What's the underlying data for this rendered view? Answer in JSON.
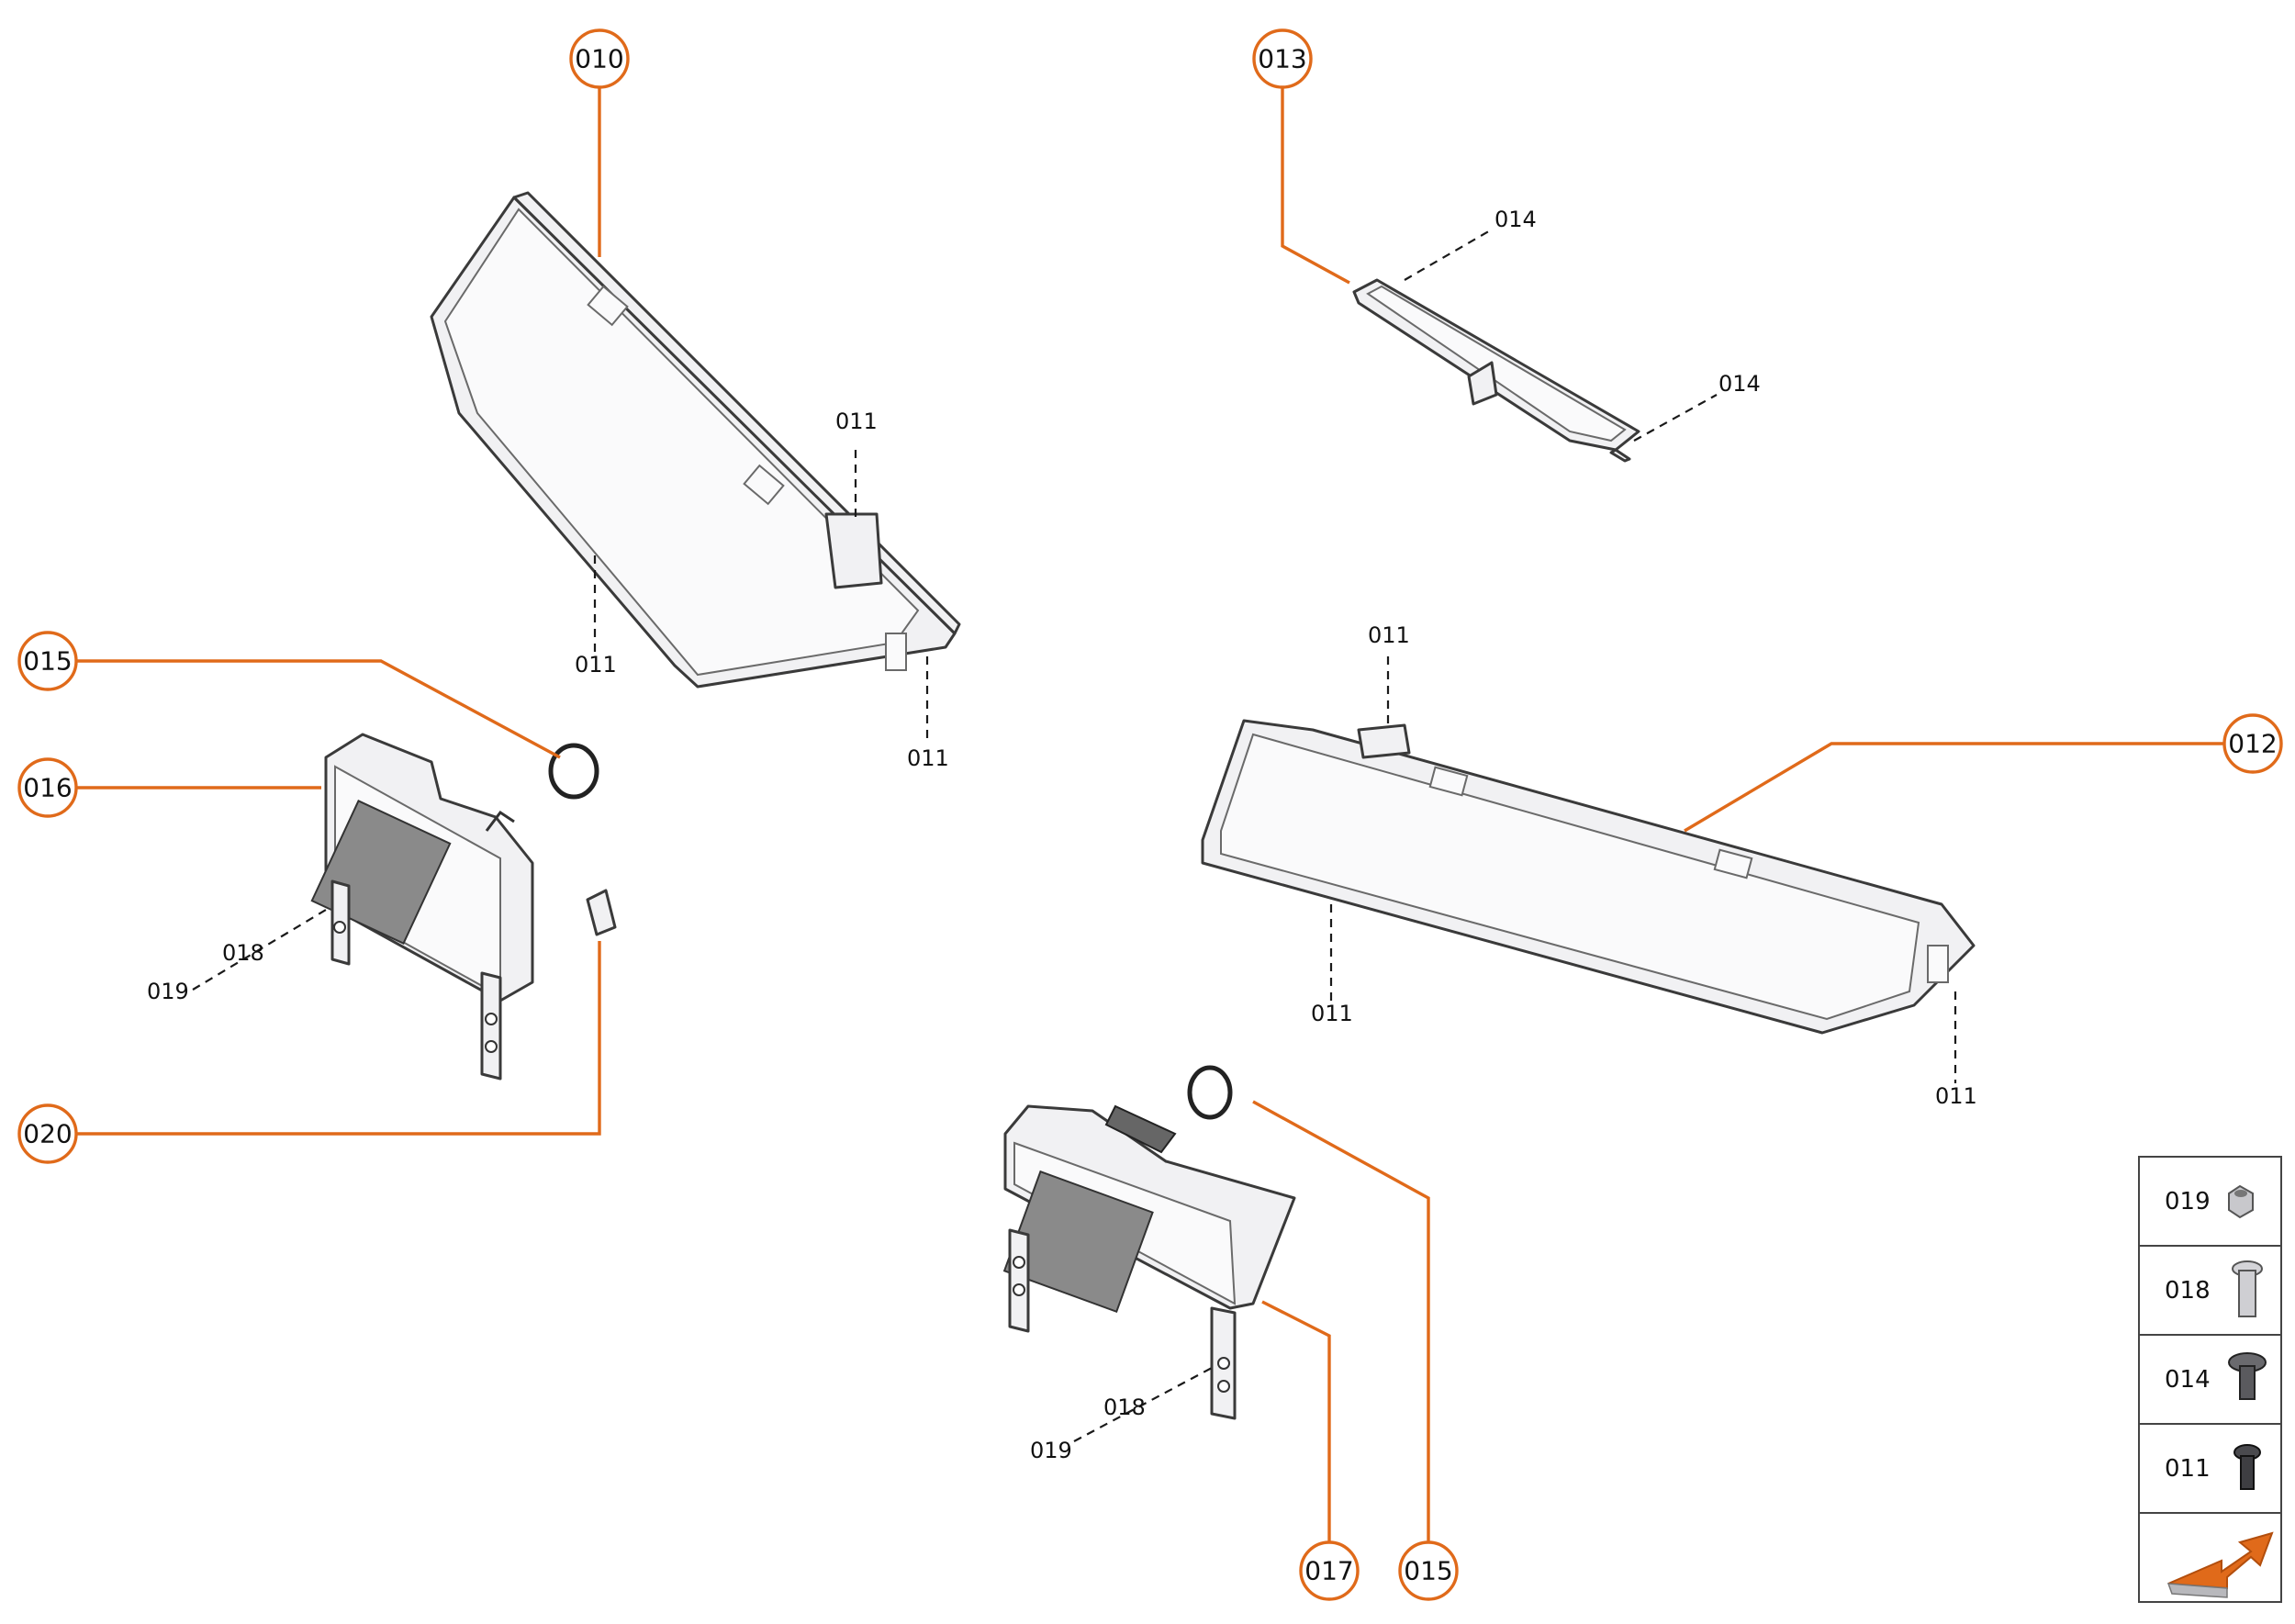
{
  "callouts": {
    "c010": "010",
    "c013": "013",
    "c012": "012",
    "c015a": "015",
    "c016": "016",
    "c020": "020",
    "c017": "017",
    "c015b": "015"
  },
  "refs": {
    "r014a": "014",
    "r014b": "014",
    "r011a": "011",
    "r011b": "011",
    "r011c": "011",
    "r011d": "011",
    "r011e": "011",
    "r011f": "011",
    "r018a": "018",
    "r019a": "019",
    "r018b": "018",
    "r019b": "019"
  },
  "fastener_key": {
    "rows": [
      {
        "label": "019",
        "icon": "hex-nut-icon"
      },
      {
        "label": "018",
        "icon": "bolt-light-icon"
      },
      {
        "label": "014",
        "icon": "bolt-dark-icon"
      },
      {
        "label": "011",
        "icon": "screw-dark-icon"
      }
    ],
    "footer_icon": "forward-arrow-icon"
  },
  "colors": {
    "accent": "#e06a1a",
    "line": "#1a1a1a"
  }
}
